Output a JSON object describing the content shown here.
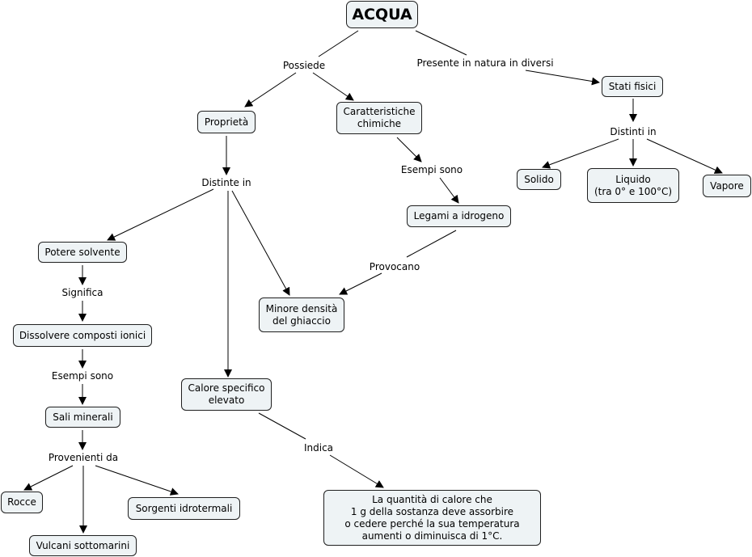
{
  "nodes": {
    "acqua": "ACQUA",
    "proprieta": "Proprietà",
    "caratteristiche": "Caratteristiche\nchimiche",
    "stati_fisici": "Stati fisici",
    "solido": "Solido",
    "liquido": "Liquido\n(tra 0° e 100°C)",
    "vapore": "Vapore",
    "legami": "Legami a idrogeno",
    "potere_solvente": "Potere solvente",
    "minore_densita": "Minore densità\ndel ghiaccio",
    "dissolvere": "Dissolvere composti ionici",
    "calore_specifico": "Calore specifico\nelevato",
    "sali_minerali": "Sali minerali",
    "rocce": "Rocce",
    "sorgenti": "Sorgenti idrotermali",
    "vulcani": "Vulcani sottomarini",
    "definizione": "La quantità di calore che\n1 g della sostanza deve assorbire\no cedere perché la sua temperatura\naumenti o diminuisca di 1°C."
  },
  "links": {
    "possiede": "Possiede",
    "presente": "Presente in natura in diversi",
    "distinti_in": "Distinti in",
    "distinte_in": "Distinte in",
    "esempi_sono_1": "Esempi sono",
    "provocano": "Provocano",
    "significa": "Significa",
    "esempi_sono_2": "Esempi sono",
    "indica": "Indica",
    "provenienti_da": "Provenienti da"
  }
}
